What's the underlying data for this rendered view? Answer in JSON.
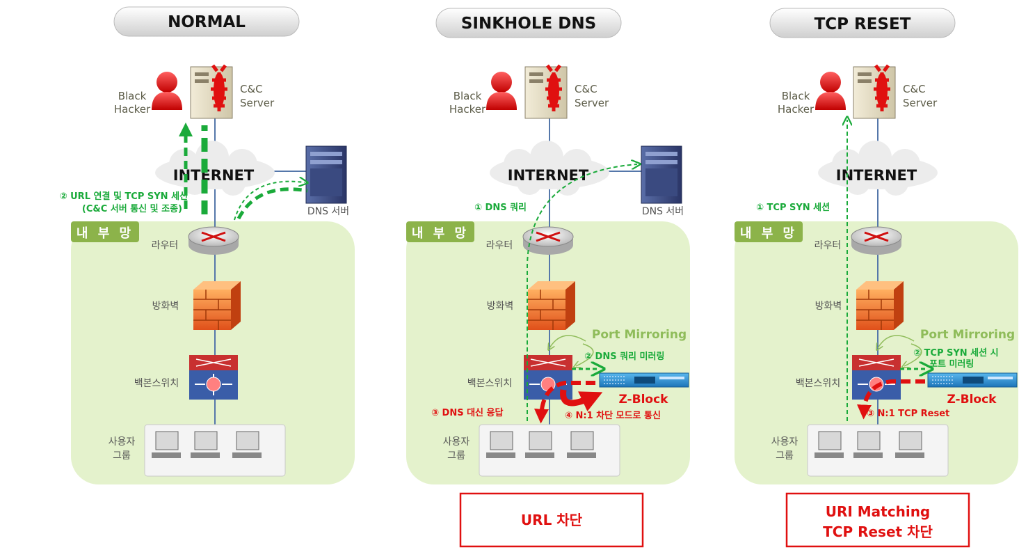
{
  "panels": [
    {
      "title": "NORMAL",
      "hacker": [
        "Black",
        "Hacker"
      ],
      "server": [
        "C&C",
        "Server"
      ],
      "internet": "INTERNET",
      "dns_server": "DNS 서버",
      "network": "내 부 망",
      "router": "라우터",
      "firewall": "방화벽",
      "switch": "백본스위치",
      "users": [
        "사용자",
        "그룹"
      ],
      "steps": [
        "② URL 연결 및 TCP SYN 세션",
        "(C&C 서버 통신 및 조종)"
      ]
    },
    {
      "title": "SINKHOLE DNS",
      "hacker": [
        "Black",
        "Hacker"
      ],
      "server": [
        "C&C",
        "Server"
      ],
      "internet": "INTERNET",
      "dns_server": "DNS 서버",
      "network": "내 부 망",
      "router": "라우터",
      "firewall": "방화벽",
      "switch": "백본스위치",
      "users": [
        "사용자",
        "그룹"
      ],
      "port_mirroring": "Port Mirroring",
      "zblock": "Z-Block",
      "steps": [
        "① DNS 쿼리",
        "② DNS 쿼리 미러링",
        "③ DNS 대신 응답",
        "④ N:1 차단 모드로 통신"
      ],
      "result": [
        "URL 차단"
      ]
    },
    {
      "title": "TCP RESET",
      "hacker": [
        "Black",
        "Hacker"
      ],
      "server": [
        "C&C",
        "Server"
      ],
      "internet": "INTERNET",
      "network": "내 부 망",
      "router": "라우터",
      "firewall": "방화벽",
      "switch": "백본스위치",
      "users": [
        "사용자",
        "그룹"
      ],
      "port_mirroring": "Port Mirroring",
      "zblock": "Z-Block",
      "steps": [
        "① TCP SYN 세션",
        "② TCP SYN 세션 시",
        "포트 미러링",
        "③ N:1 TCP Reset"
      ],
      "result": [
        "URI Matching",
        "TCP Reset 차단"
      ]
    }
  ],
  "colors": {
    "network_bg": "#e4f2cc",
    "network_label_bg": "#8cb34a",
    "green_arrow": "#1aaa3a",
    "red_arrow": "#e01010",
    "line": "#5577aa"
  }
}
